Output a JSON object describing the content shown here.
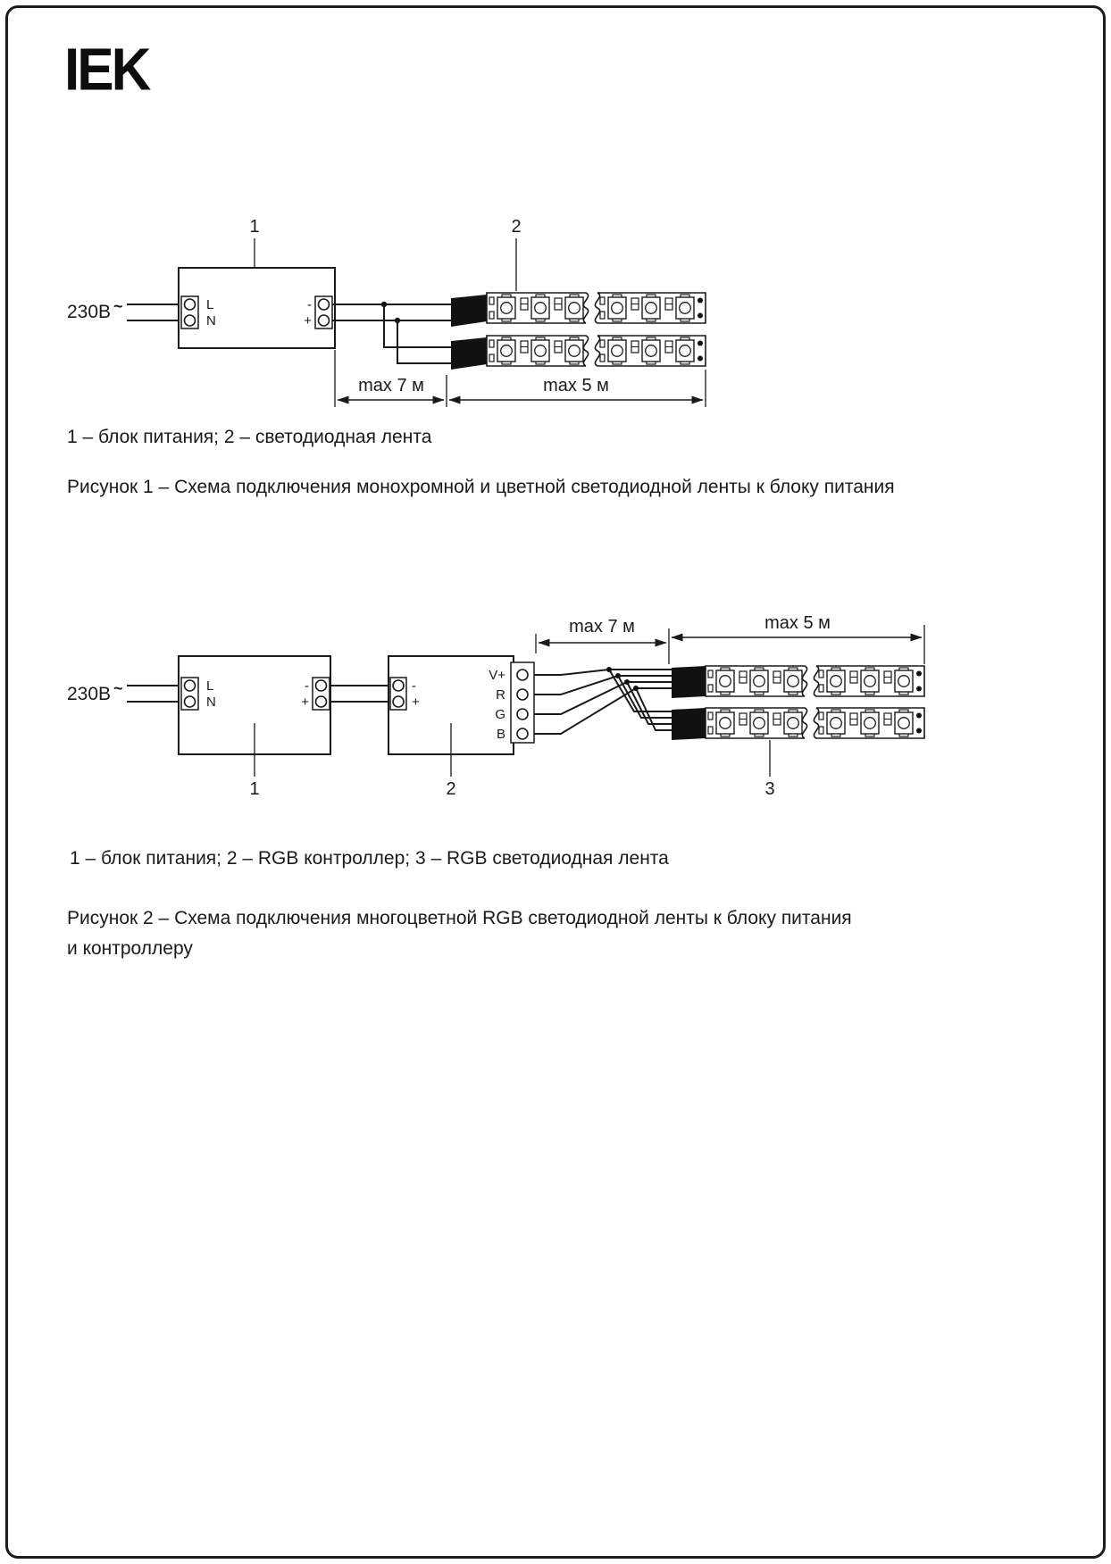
{
  "brand": "IEK",
  "colors": {
    "ink": "#1a1a1a",
    "paper": "#ffffff"
  },
  "fig1": {
    "callout_psu": "1",
    "callout_strip": "2",
    "voltage": "230В",
    "tilde": "~",
    "term_l": "L",
    "term_n": "N",
    "out_minus": "-",
    "out_plus": "+",
    "dim7": "max 7 м",
    "dim5": "max 5 м",
    "caption": "1 – блок питания; 2 – светодиодная лента",
    "title": "Рисунок 1 – Схема подключения монохромной и цветной светодиодной ленты к блоку питания"
  },
  "fig2": {
    "callout_psu": "1",
    "callout_ctrl": "2",
    "callout_strip": "3",
    "voltage": "230В",
    "tilde": "~",
    "term_l": "L",
    "term_n": "N",
    "psu_out_minus": "-",
    "psu_out_plus": "+",
    "ctrl_in_minus": "-",
    "ctrl_in_plus": "+",
    "ch_v": "V+",
    "ch_r": "R",
    "ch_g": "G",
    "ch_b": "B",
    "dim7": "max 7 м",
    "dim5": "max 5 м",
    "caption": "1 – блок питания; 2 – RGB контроллер; 3 – RGB светодиодная лента",
    "title_line1": "Рисунок 2 – Схема подключения многоцветной RGB светодиодной ленты к блоку питания",
    "title_line2": "и контроллеру"
  }
}
